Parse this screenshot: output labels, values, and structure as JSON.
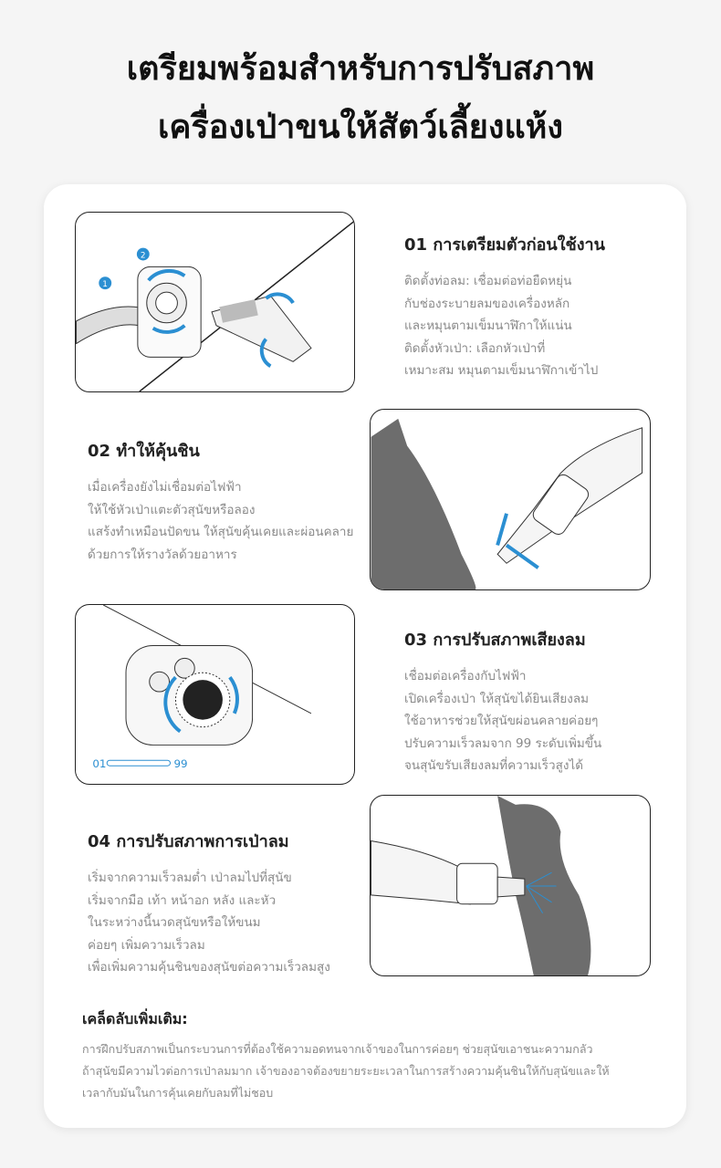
{
  "title": {
    "line1": "เตรียมพร้อมสำหรับการปรับสภาพ",
    "line2": "เครื่องเป่าขนให้สัตว์เลี้ยงแห้ง"
  },
  "steps": [
    {
      "heading": "01 การเตรียมตัวก่อนใช้งาน",
      "lines": [
        "ติดตั้งท่อลม: เชื่อมต่อท่อยืดหยุ่น",
        "กับช่องระบายลมของเครื่องหลัก",
        "และหมุนตามเข็มนาฬิกาให้แน่น",
        "ติดตั้งหัวเป่า: เลือกหัวเป่าที่",
        "เหมาะสม หมุนตามเข็มนาฬิกาเข้าไป"
      ],
      "badges": [
        "1",
        "2"
      ]
    },
    {
      "heading": "02 ทำให้คุ้นชิน",
      "lines": [
        "เมื่อเครื่องยังไม่เชื่อมต่อไฟฟ้า",
        "ให้ใช้หัวเป่าแตะตัวสุนัขหรือลอง",
        "แสร้งทำเหมือนปัดขน ให้สุนัขคุ้นเคยและผ่อนคลาย",
        "ด้วยการให้รางวัลด้วยอาหาร"
      ]
    },
    {
      "heading": "03 การปรับสภาพเสียงลม",
      "lines": [
        "เชื่อมต่อเครื่องกับไฟฟ้า",
        "เปิดเครื่องเป่า ให้สุนัขได้ยินเสียงลม",
        "ใช้อาหารช่วยให้สุนัขผ่อนคลายค่อยๆ",
        "ปรับความเร็วลมจาก 99 ระดับเพิ่มขึ้น",
        "จนสุนัขรับเสียงลมที่ความเร็วสูงได้"
      ],
      "speed_min": "01",
      "speed_max": "99"
    },
    {
      "heading": "04 การปรับสภาพการเป่าลม",
      "lines": [
        "เริ่มจากความเร็วลมต่ำ เป่าลมไปที่สุนัข",
        "เริ่มจากมือ เท้า หน้าอก หลัง และหัว",
        "ในระหว่างนี้นวดสุนัขหรือให้ขนม",
        "ค่อยๆ เพิ่มความเร็วลม",
        "เพื่อเพิ่มความคุ้นชินของสุนัขต่อความเร็วลมสูง"
      ]
    }
  ],
  "tips": {
    "heading": "เคล็ดลับเพิ่มเติม:",
    "lines": [
      "การฝึกปรับสภาพเป็นกระบวนการที่ต้องใช้ความอดทนจากเจ้าของในการค่อยๆ ช่วยสุนัขเอาชนะความกลัว",
      "ถ้าสุนัขมีความไวต่อการเป่าลมมาก เจ้าของอาจต้องขยายระยะเวลาในการสร้างความคุ้นชินให้กับสุนัขและให้",
      "เวลากับมันในการคุ้นเคยกับลมที่ไม่ชอบ"
    ]
  },
  "colors": {
    "accent": "#2b8fd2",
    "silhouette": "#6d6d6d"
  }
}
